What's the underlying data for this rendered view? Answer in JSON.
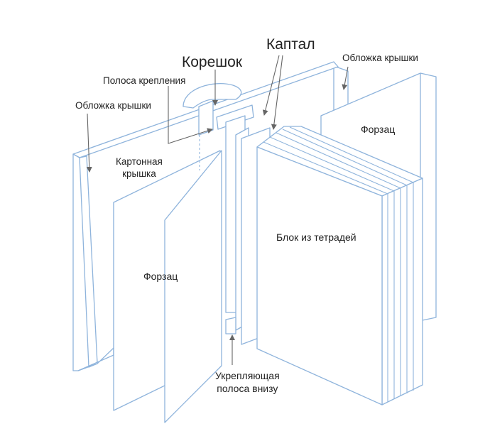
{
  "labels": {
    "koreshok": "Корешок",
    "kaptal": "Каптал",
    "oblozhka_right": "Обложка крышки",
    "polosa": "Полоса крепления",
    "oblozhka_left": "Обложка крышки",
    "kartonnaya_1": "Картонная",
    "kartonnaya_2": "крышка",
    "forzac_right": "Форзац",
    "forzac_left": "Форзац",
    "blok": "Блок из тетрадей",
    "ukrep_1": "Укрепляющая",
    "ukrep_2": "полоса внизу"
  },
  "colors": {
    "outline": "#8fb4dc",
    "arrow": "#666666",
    "text": "#222222"
  }
}
